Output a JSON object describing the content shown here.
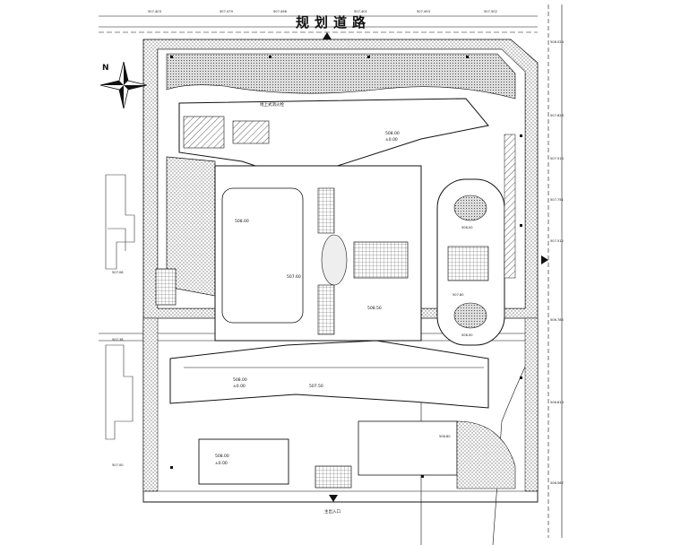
{
  "road_title": "规划道路",
  "north_label": "N",
  "elevations_top": [
    "507.403",
    "507.479",
    "507.498",
    "507.401",
    "507.493",
    "507.502"
  ],
  "elevations_right": [
    "508.024",
    "507.626",
    "507.513",
    "507.751",
    "507.512",
    "506.785",
    "506.813",
    "506.567"
  ],
  "labels_upper_block": [
    "508.00",
    "±0.00",
    "地上式消火栓"
  ],
  "labels_center": [
    "508.00",
    "507.60",
    "508.50"
  ],
  "labels_lower_block": [
    "508.00",
    "±0.00",
    "507.50"
  ],
  "labels_left": [
    "507.06",
    "507.38",
    "507.00"
  ],
  "labels_right_court": [
    "508.00",
    "507.80",
    "508.00"
  ],
  "labels_bottom": [
    "主出入口",
    "508.00",
    "±0.00",
    "506.80"
  ],
  "colors": {
    "line": "#111111",
    "hatch": "#555555",
    "grid": "#666666",
    "background": "#ffffff"
  }
}
